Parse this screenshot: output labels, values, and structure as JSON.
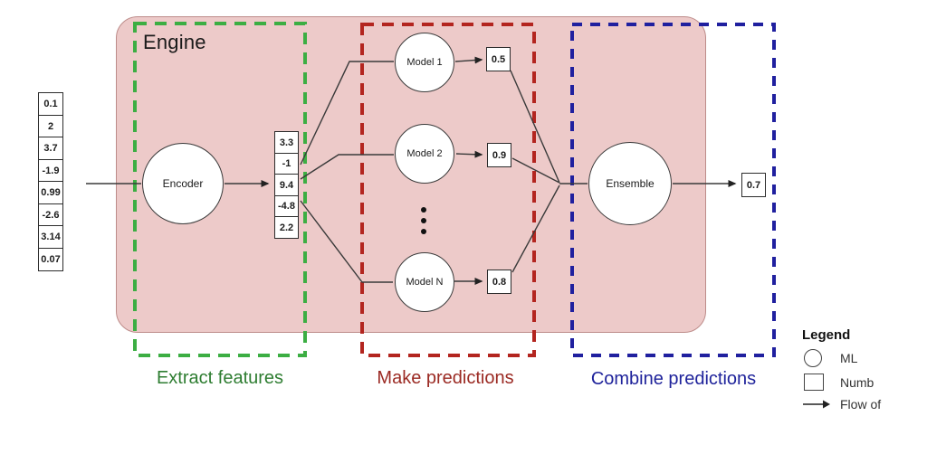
{
  "engine": {
    "label": "Engine"
  },
  "input_vector": {
    "values": [
      "0.1",
      "2",
      "3.7",
      "-1.9",
      "0.99",
      "-2.6",
      "3.14",
      "0.07"
    ]
  },
  "encoder": {
    "label": "Encoder"
  },
  "feature_vector": {
    "values": [
      "3.3",
      "-1",
      "9.4",
      "-4.8",
      "2.2"
    ]
  },
  "models": [
    {
      "label": "Model 1",
      "output": "0.5"
    },
    {
      "label": "Model 2",
      "output": "0.9"
    },
    {
      "label": "Model N",
      "output": "0.8"
    }
  ],
  "ensemble": {
    "label": "Ensemble",
    "output": "0.7"
  },
  "stages": {
    "extract": "Extract features",
    "predict": "Make predictions",
    "combine": "Combine predictions"
  },
  "legend": {
    "title": "Legend",
    "items": [
      {
        "symbol": "ml-circle",
        "label": "ML"
      },
      {
        "symbol": "number-square",
        "label": "Numb"
      },
      {
        "symbol": "flow-arrow",
        "label": "Flow of"
      }
    ]
  },
  "colors": {
    "engine_fill": "#edcac9",
    "engine_border": "#bd8c8a",
    "extract_box_green": "#3cae43",
    "predict_box_red": "#b3251f",
    "combine_box_blue": "#20209f",
    "extract_text": "#2e7d31",
    "predict_text": "#9b2a23",
    "combine_text": "#1f239b",
    "connector": "#3a3a3a"
  }
}
